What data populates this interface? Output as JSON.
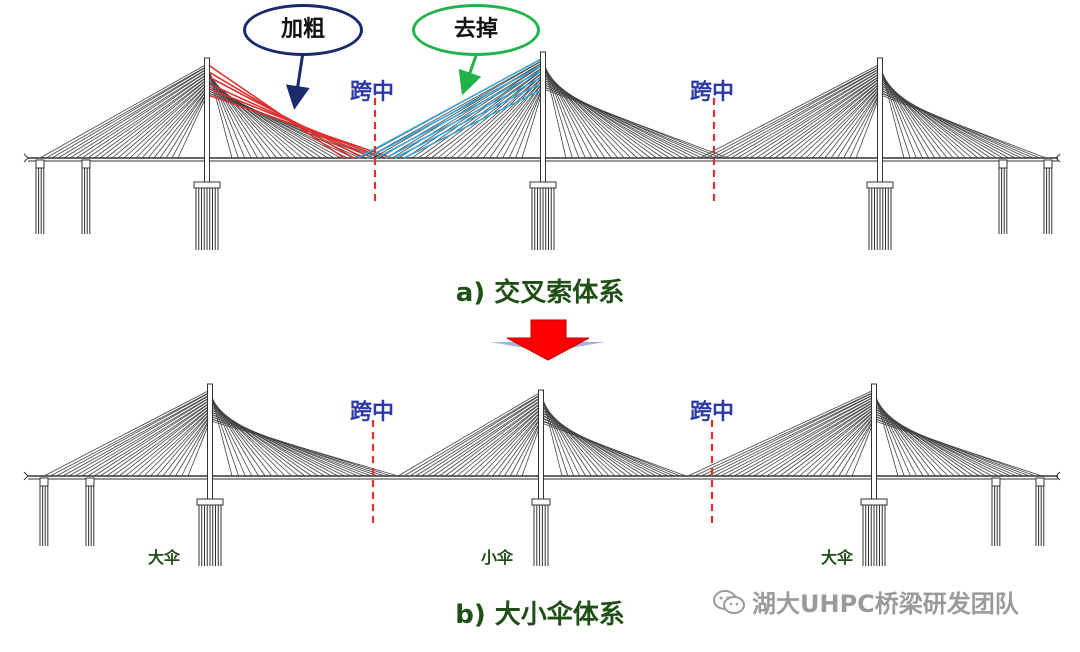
{
  "labels": {
    "callout_thicken": "加粗",
    "callout_remove": "去掉",
    "midspan": "跨中",
    "caption_a": "a) 交叉索体系",
    "caption_b": "b) 大小伞体系",
    "big_umbrella": "大伞",
    "small_umbrella": "小伞",
    "watermark": "湖大UHPC桥梁研发团队"
  },
  "colors": {
    "thicken_cables": "#e03030",
    "remove_cables": "#3aa6d8",
    "thicken_callout_border": "#1a2a6b",
    "remove_callout_border": "#21b24a",
    "midspan_marker": "#e03030",
    "arrow_fill": "#ff0000",
    "arrow_shadow": "#5b6fc4",
    "caption": "#1f4e17",
    "midspan_text": "#2c3aa8"
  },
  "icons": {
    "watermark_icon": "wechat-icon",
    "transition_arrow": "down-arrow-icon"
  }
}
